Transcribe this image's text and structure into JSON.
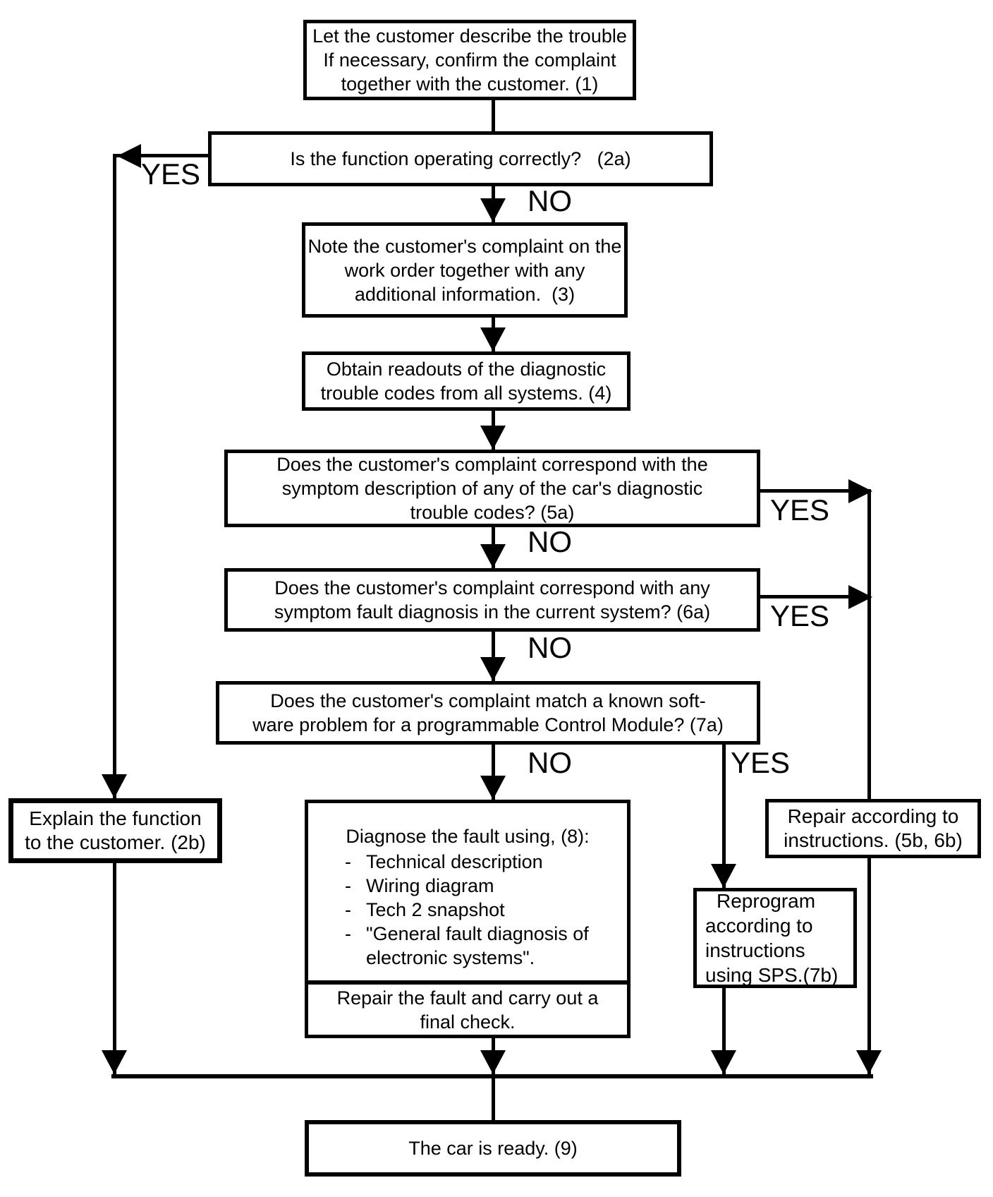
{
  "flowchart": {
    "nodes": {
      "step1": {
        "text": "Let the customer describe the trouble\nIf necessary, confirm the complaint\ntogether with the customer. (1)"
      },
      "step2a": {
        "text": "Is the function operating correctly?   (2a)"
      },
      "step3": {
        "text": "Note the customer's complaint on the\nwork order together with any\nadditional information.  (3)"
      },
      "step4": {
        "text": "Obtain readouts of the diagnostic\ntrouble codes from all systems. (4)"
      },
      "step5a": {
        "text": "Does the customer's complaint correspond with the\nsymptom description of any of the car's diagnostic\ntrouble codes? (5a)"
      },
      "step6a": {
        "text": "Does the customer's complaint correspond with any\nsymptom fault diagnosis in the current system? (6a)"
      },
      "step7a": {
        "text": "Does the customer's complaint match a known soft-\nware problem for a programmable Control Module? (7a)"
      },
      "step8": {
        "heading": "Diagnose the fault using, (8):",
        "items": [
          "Technical description",
          "Wiring diagram",
          "Tech 2 snapshot",
          "\"General fault diagnosis of\nelectronic systems\"."
        ]
      },
      "step8b": {
        "text": "Repair the fault and carry out a\nfinal check."
      },
      "step2b": {
        "text": "Explain the function\nto the customer. (2b)"
      },
      "step5b6b": {
        "text": "Repair according to\ninstructions. (5b, 6b)"
      },
      "step7b": {
        "text": "Reprogram\naccording to\ninstructions\nusing SPS.(7b)"
      },
      "step9": {
        "text": "The car is ready. (9)"
      }
    },
    "edge_labels": {
      "yes_2a": "YES",
      "no_2a": "NO",
      "no_5a": "NO",
      "yes_5a": "YES",
      "no_6a": "NO",
      "yes_6a": "YES",
      "no_7a": "NO",
      "yes_7a": "YES"
    },
    "colors": {
      "line": "#000000",
      "background": "#ffffff",
      "box_fill": "#ffffff"
    }
  }
}
